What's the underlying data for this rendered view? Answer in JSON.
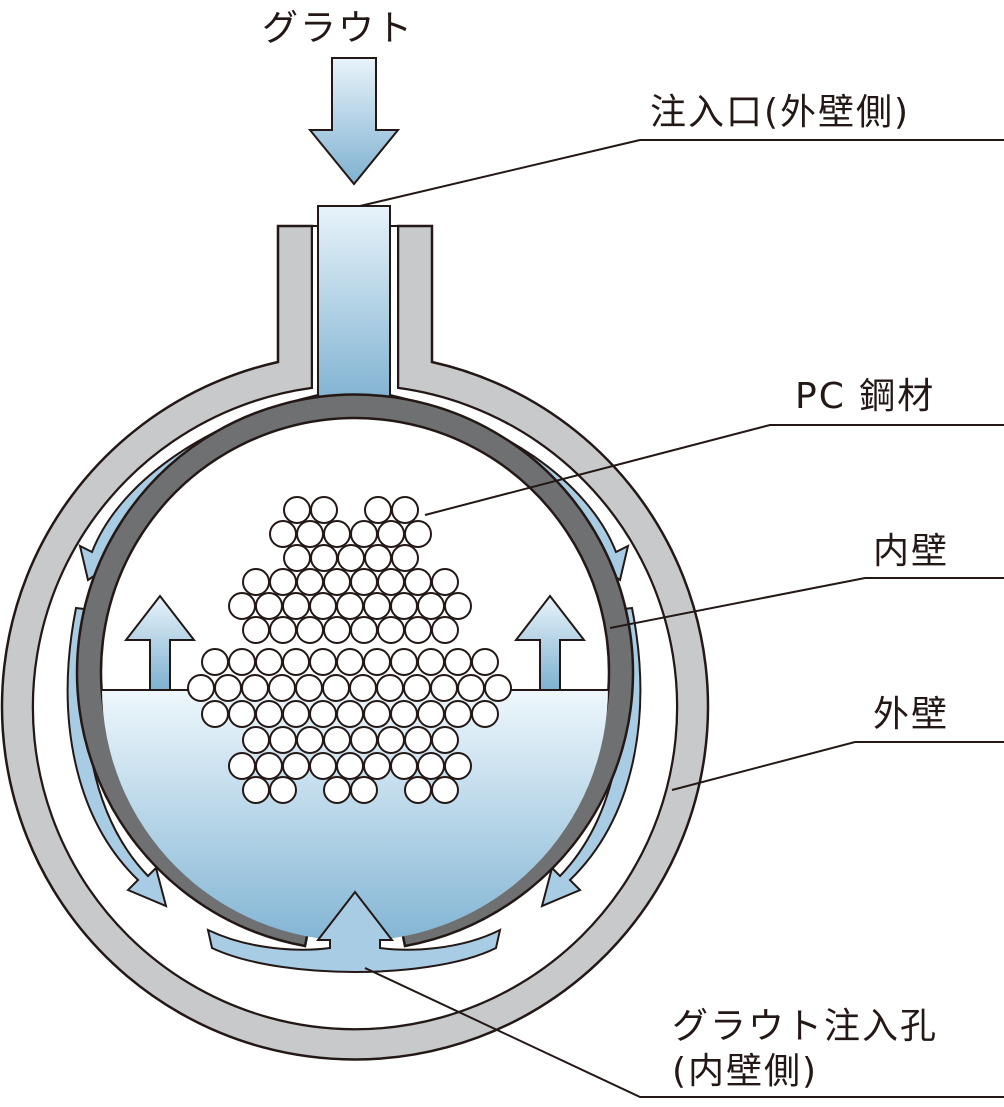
{
  "labels": {
    "grout": "グラウト",
    "inlet": "注入口(外壁側)",
    "pc_steel": "PC 鋼材",
    "inner_wall": "内壁",
    "outer_wall": "外壁",
    "injection_hole_line1": "グラウト注入孔",
    "injection_hole_line2": "(内壁側)"
  },
  "colors": {
    "outer_wall": "#c8c9ca",
    "inner_wall": "#6f7071",
    "grout_light": "#e4f1f9",
    "grout_dark": "#7fb3d3",
    "outline": "#231815"
  }
}
